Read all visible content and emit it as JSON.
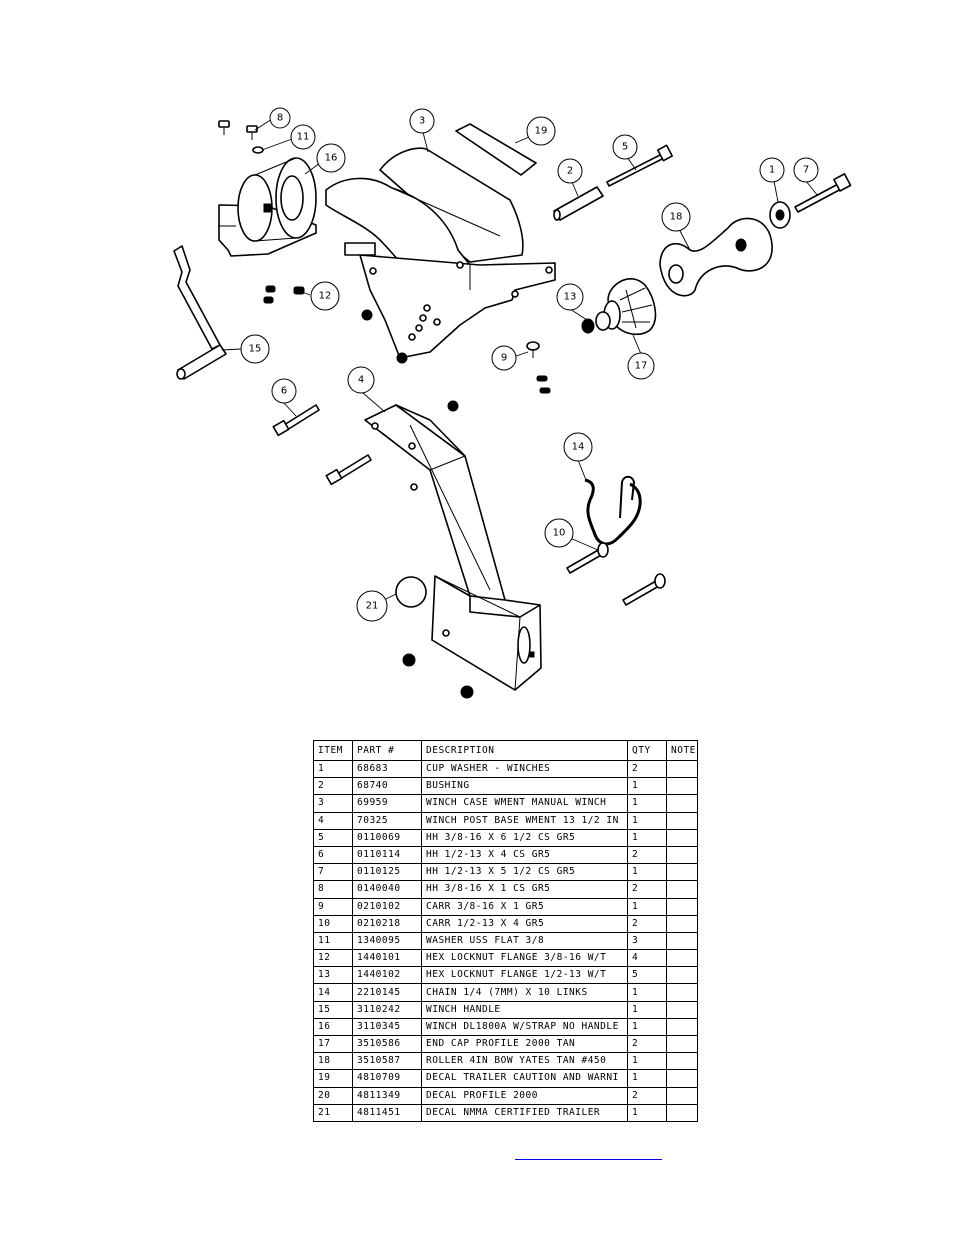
{
  "diagram": {
    "balloons": [
      "1",
      "2",
      "3",
      "4",
      "5",
      "6",
      "7",
      "8",
      "9",
      "10",
      "11",
      "12",
      "13",
      "14",
      "15",
      "16",
      "17",
      "18",
      "19",
      "21"
    ]
  },
  "bom": {
    "headers": [
      "ITEM",
      "PART #",
      "DESCRIPTION",
      "QTY",
      "NOTE"
    ],
    "rows": [
      {
        "item": "1",
        "part": "68683",
        "description": "CUP WASHER - WINCHES",
        "qty": "2",
        "note": ""
      },
      {
        "item": "2",
        "part": "68740",
        "description": "BUSHING",
        "qty": "1",
        "note": ""
      },
      {
        "item": "3",
        "part": "69959",
        "description": "WINCH CASE WMENT MANUAL WINCH",
        "qty": "1",
        "note": ""
      },
      {
        "item": "4",
        "part": "70325",
        "description": "WINCH POST BASE WMENT 13 1/2 IN",
        "qty": "1",
        "note": ""
      },
      {
        "item": "5",
        "part": "0110069",
        "description": "HH 3/8-16 X 6 1/2 CS GR5",
        "qty": "1",
        "note": ""
      },
      {
        "item": "6",
        "part": "0110114",
        "description": "HH 1/2-13 X 4 CS GR5",
        "qty": "2",
        "note": ""
      },
      {
        "item": "7",
        "part": "0110125",
        "description": "HH 1/2-13 X 5 1/2 CS GR5",
        "qty": "1",
        "note": ""
      },
      {
        "item": "8",
        "part": "0140040",
        "description": "HH 3/8-16 X 1 CS GR5",
        "qty": "2",
        "note": ""
      },
      {
        "item": "9",
        "part": "0210102",
        "description": "CARR 3/8-16 X 1 GR5",
        "qty": "1",
        "note": ""
      },
      {
        "item": "10",
        "part": "0210218",
        "description": "CARR 1/2-13 X 4 GR5",
        "qty": "2",
        "note": ""
      },
      {
        "item": "11",
        "part": "1340095",
        "description": "WASHER USS FLAT 3/8",
        "qty": "3",
        "note": ""
      },
      {
        "item": "12",
        "part": "1440101",
        "description": "HEX LOCKNUT FLANGE 3/8-16 W/T",
        "qty": "4",
        "note": ""
      },
      {
        "item": "13",
        "part": "1440102",
        "description": "HEX LOCKNUT FLANGE 1/2-13 W/T",
        "qty": "5",
        "note": ""
      },
      {
        "item": "14",
        "part": "2210145",
        "description": "CHAIN 1/4 (7MM) X 10 LINKS",
        "qty": "1",
        "note": ""
      },
      {
        "item": "15",
        "part": "3110242",
        "description": "WINCH HANDLE",
        "qty": "1",
        "note": ""
      },
      {
        "item": "16",
        "part": "3110345",
        "description": "WINCH DL1800A W/STRAP  NO HANDLE",
        "qty": "1",
        "note": ""
      },
      {
        "item": "17",
        "part": "3510586",
        "description": "END CAP PROFILE 2000 TAN",
        "qty": "2",
        "note": ""
      },
      {
        "item": "18",
        "part": "3510587",
        "description": "ROLLER 4IN BOW YATES TAN #450",
        "qty": "1",
        "note": ""
      },
      {
        "item": "19",
        "part": "4810709",
        "description": "DECAL TRAILER CAUTION AND WARNI",
        "qty": "1",
        "note": ""
      },
      {
        "item": "20",
        "part": "4811349",
        "description": "DECAL PROFILE 2000",
        "qty": "2",
        "note": ""
      },
      {
        "item": "21",
        "part": "4811451",
        "description": "DECAL NMMA CERTIFIED TRAILER",
        "qty": "1",
        "note": ""
      }
    ]
  }
}
